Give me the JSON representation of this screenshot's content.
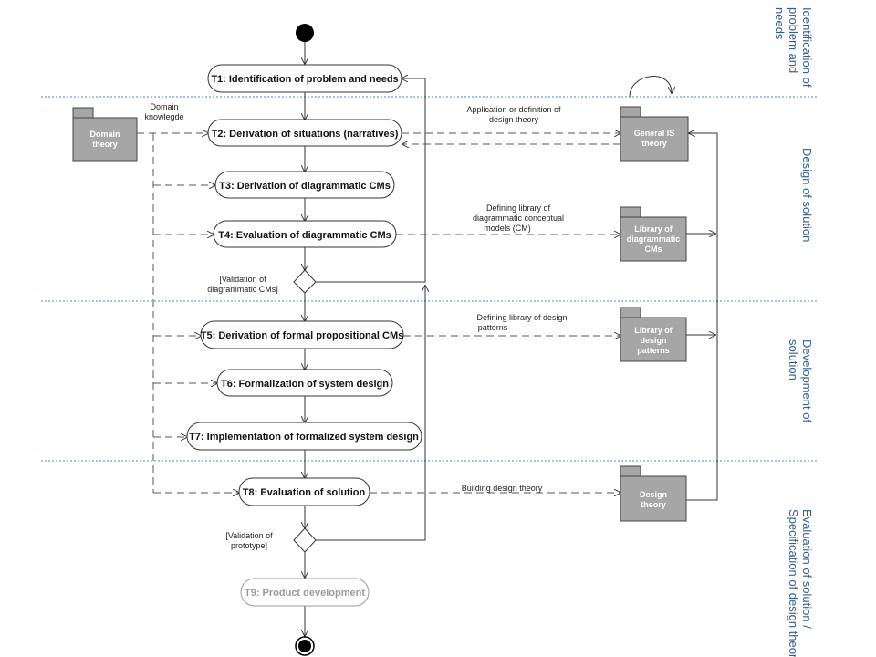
{
  "activities": {
    "t1": "T1: Identification of problem and needs",
    "t2": "T2: Derivation of situations (narratives)",
    "t3": "T3: Derivation of diagrammatic CMs",
    "t4": "T4: Evaluation of diagrammatic CMs",
    "t5": "T5: Derivation of formal propositional CMs",
    "t6": "T6: Formalization of system design",
    "t7": "T7: Implementation of formalized system design",
    "t8": "T8: Evaluation of solution",
    "t9": "T9: Product development"
  },
  "packages": {
    "domain_theory": [
      "Domain",
      "theory"
    ],
    "general_is_theory": [
      "General IS",
      "theory"
    ],
    "library_cms": [
      "Library of",
      "diagrammatic",
      "CMs"
    ],
    "library_patterns": [
      "Library of",
      "design",
      "patterns"
    ],
    "design_theory": [
      "Design",
      "theory"
    ]
  },
  "notes": {
    "domain_knowledge": [
      "Domain",
      "knowlegde"
    ],
    "application_theory": [
      "Application or definition of",
      "design theory"
    ],
    "defining_cm": [
      "Defining library of",
      "diagrammatic conceptual",
      "models (CM)"
    ],
    "defining_patterns": [
      "Defining library of design",
      "patterns"
    ],
    "building_theory": [
      "Building design theory"
    ],
    "guard_cms": [
      "[Validation of",
      "diagrammatic CMs]"
    ],
    "guard_prototype": [
      "[Validation of",
      "prototype]"
    ]
  },
  "lanes": {
    "problem": [
      "Identification of",
      "problem and",
      "needs"
    ],
    "design": [
      "Design of solution"
    ],
    "development": [
      "Development of",
      "solution"
    ],
    "evaluation": [
      "Evaluation of solution /",
      "Specification of design theory"
    ]
  },
  "colors": {
    "lane_divider": "#4a86c8",
    "lane_text": "#2e5f97",
    "package_fill": "#a6a6a6",
    "t9_gray": "#9a9a9a"
  }
}
